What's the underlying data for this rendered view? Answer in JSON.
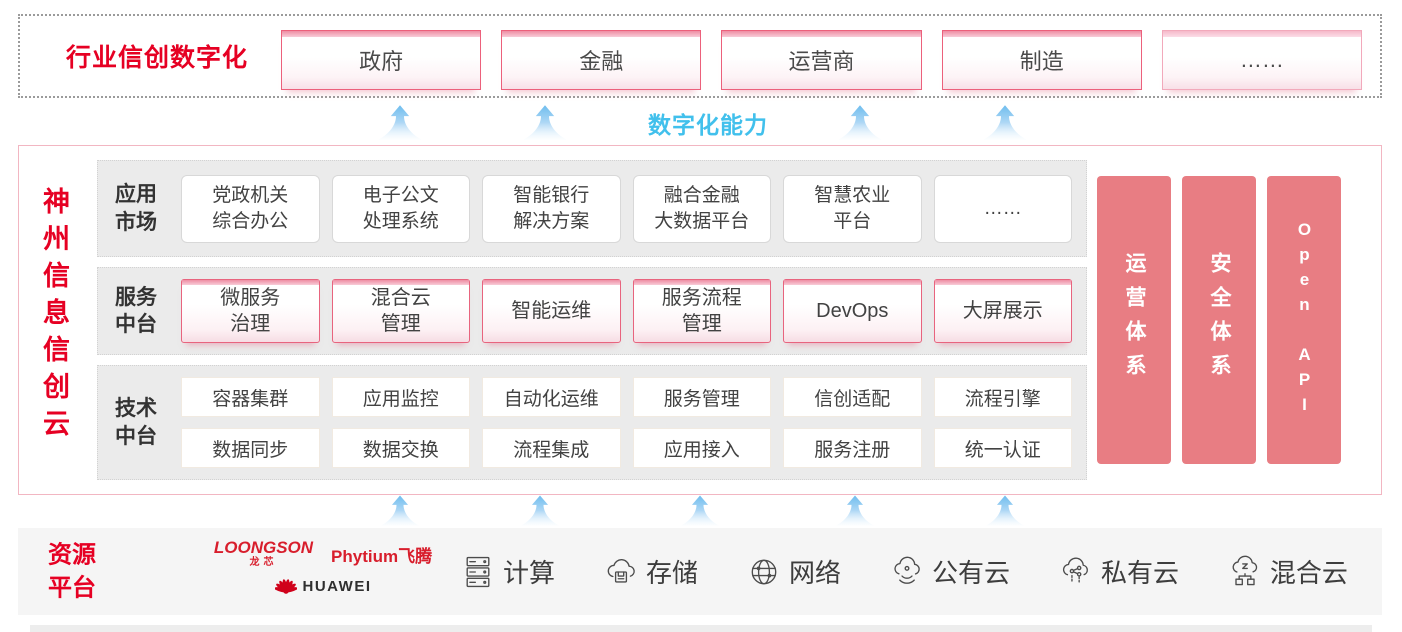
{
  "top_section": {
    "label": "行业信创数字化",
    "industries": [
      "政府",
      "金融",
      "运营商",
      "制造",
      "……"
    ]
  },
  "capability_label": "数字化能力",
  "platform": {
    "vertical_title": "神州信息信创云",
    "app_market": {
      "label": "应用\n市场",
      "items": [
        "党政机关\n综合办公",
        "电子公文\n处理系统",
        "智能银行\n解决方案",
        "融合金融\n大数据平台",
        "智慧农业\n平台",
        "……"
      ]
    },
    "service_platform": {
      "label": "服务\n中台",
      "items": [
        "微服务\n治理",
        "混合云\n管理",
        "智能运维",
        "服务流程\n管理",
        "DevOps",
        "大屏展示"
      ]
    },
    "tech_platform": {
      "label": "技术\n中台",
      "row1": [
        "容器集群",
        "应用监控",
        "自动化运维",
        "服务管理",
        "信创适配",
        "流程引擎"
      ],
      "row2": [
        "数据同步",
        "数据交换",
        "流程集成",
        "应用接入",
        "服务注册",
        "统一认证"
      ]
    },
    "pillars": [
      "运营体系",
      "安全体系",
      "Open API"
    ]
  },
  "resources": {
    "label": "资源\n平台",
    "vendors": {
      "loongson": "LOONGSON",
      "loongson_cn": "龙芯",
      "phytium": "Phytium飞腾",
      "huawei": "HUAWEI"
    },
    "items": [
      {
        "icon": "compute-icon",
        "label": "计算"
      },
      {
        "icon": "storage-icon",
        "label": "存储"
      },
      {
        "icon": "network-icon",
        "label": "网络"
      },
      {
        "icon": "public-cloud-icon",
        "label": "公有云"
      },
      {
        "icon": "private-cloud-icon",
        "label": "私有云"
      },
      {
        "icon": "hybrid-cloud-icon",
        "label": "混合云"
      }
    ]
  },
  "colors": {
    "brand_red": "#e60023",
    "pink_border": "#ec607b",
    "pillar_salmon": "#e87d83",
    "capability_blue": "#41c0ec",
    "arrow_blue": "#74bfee",
    "row_gray": "#ebebeb"
  }
}
